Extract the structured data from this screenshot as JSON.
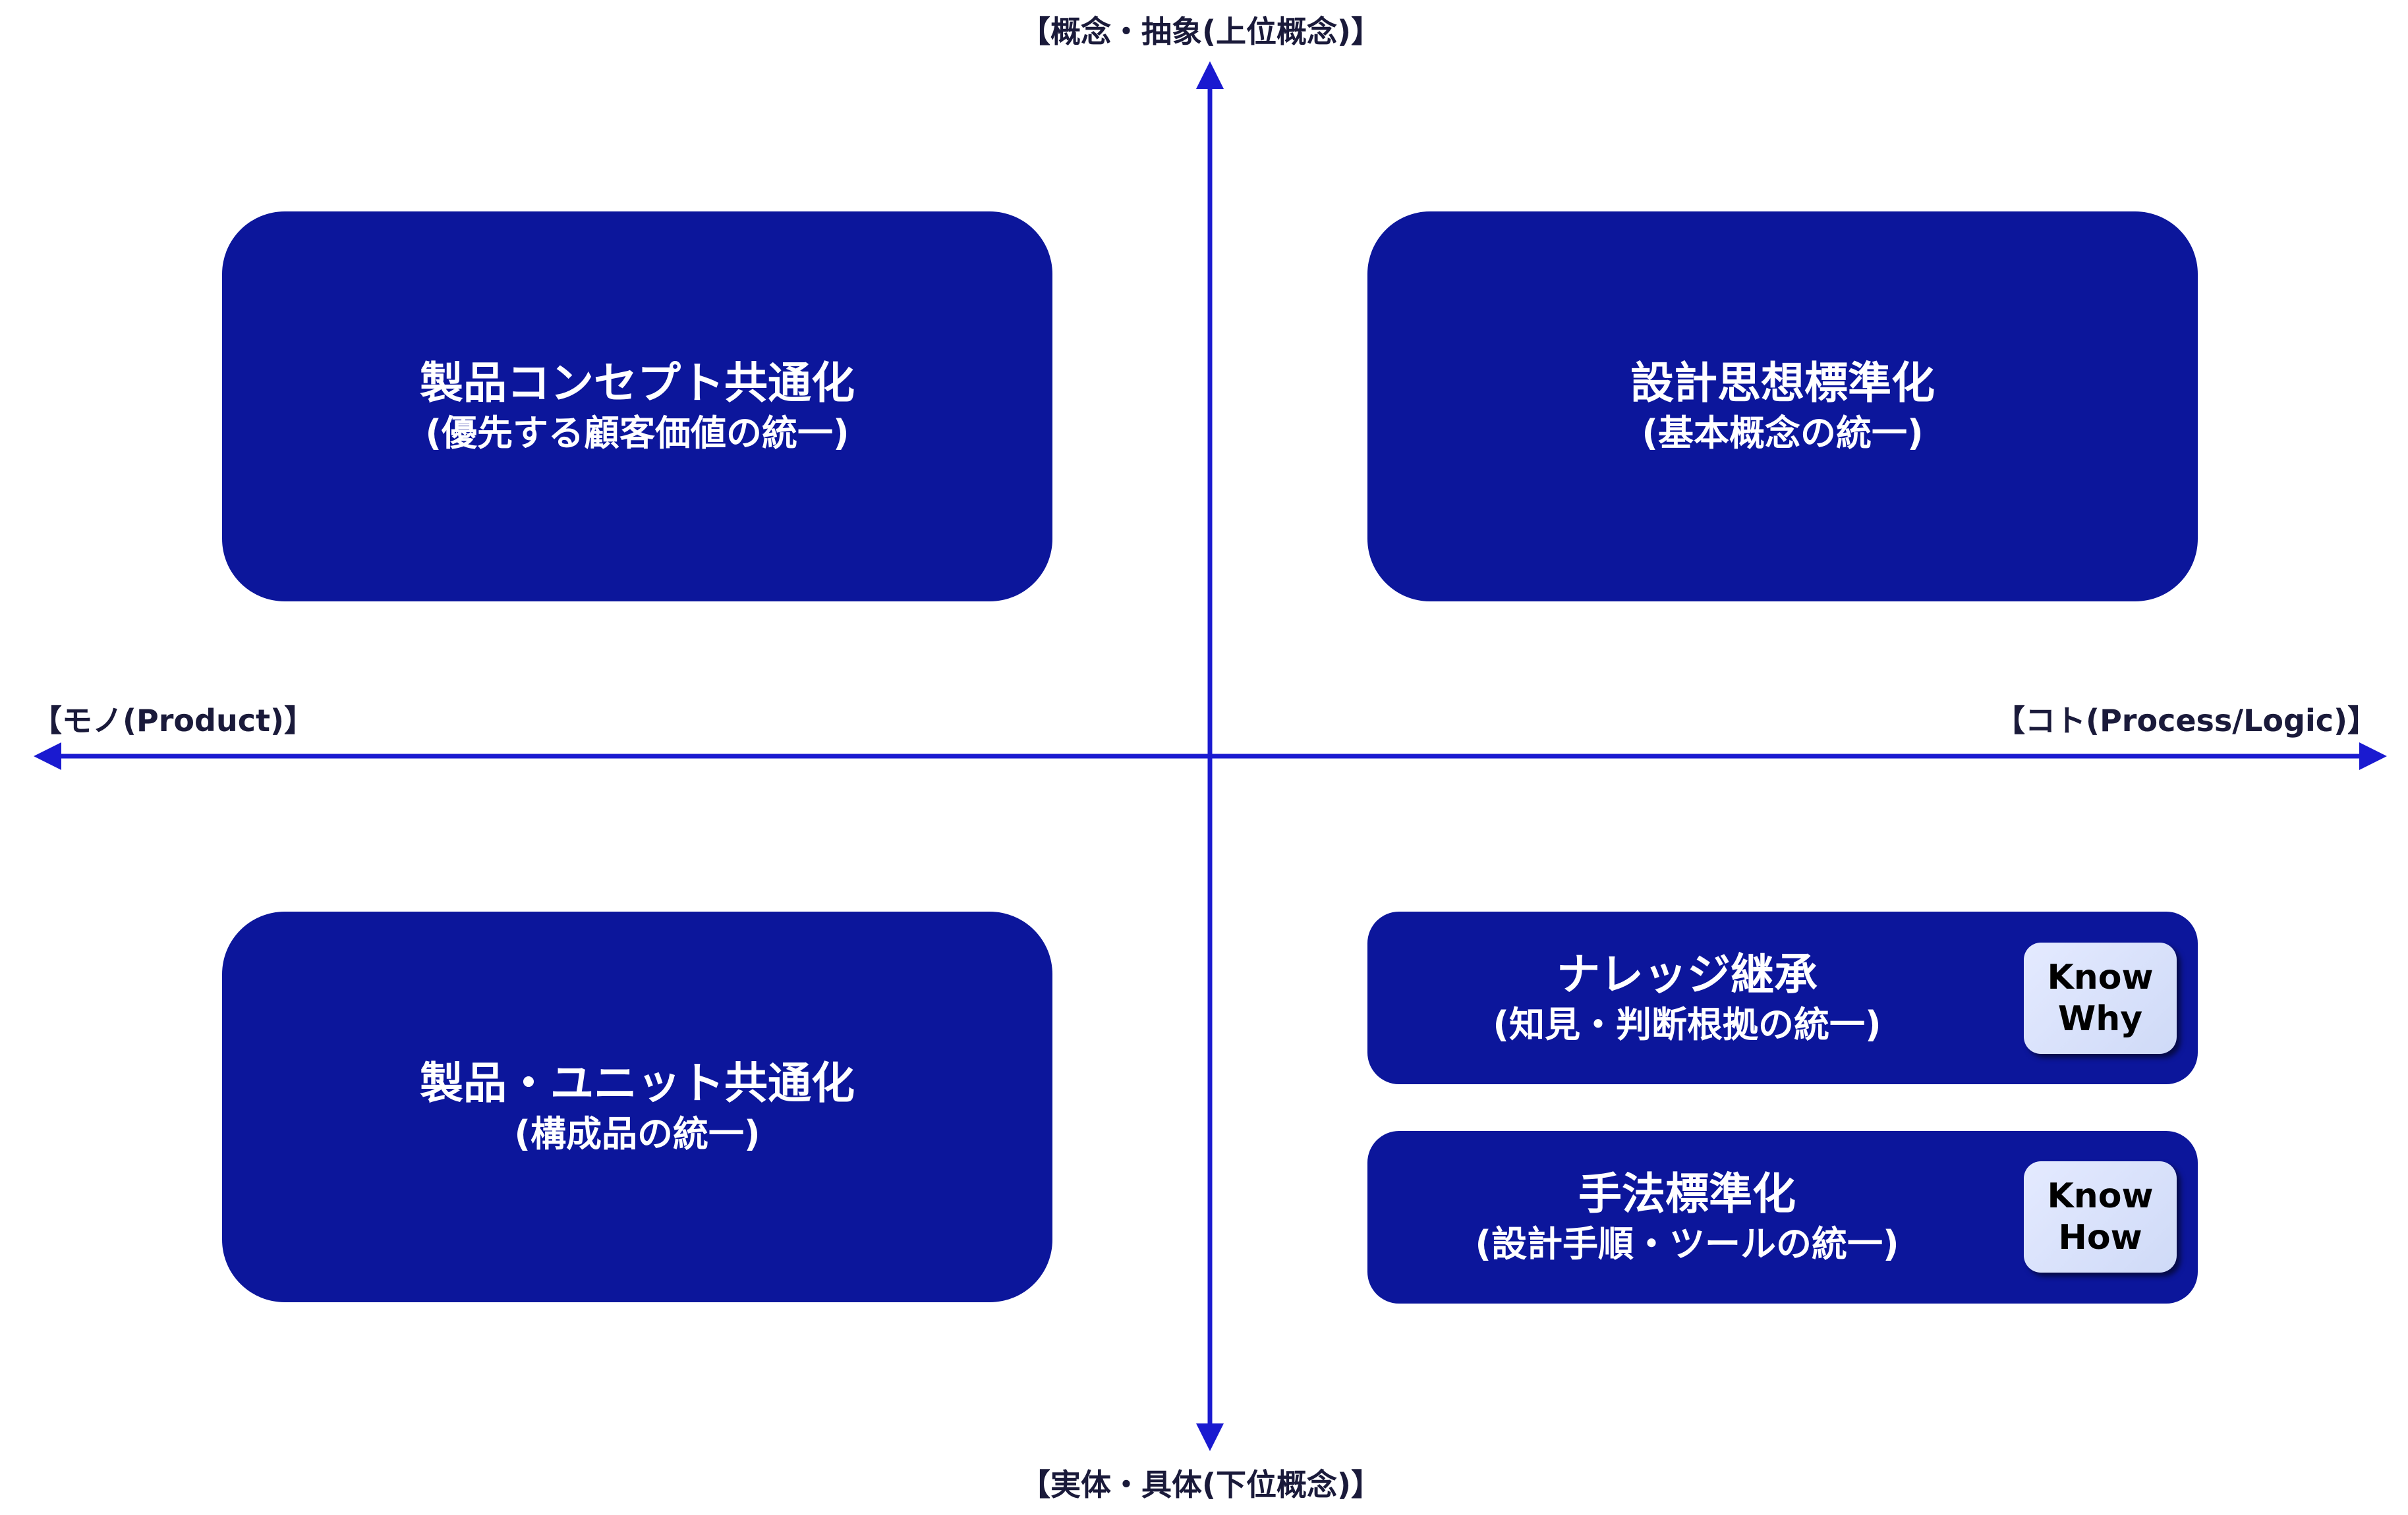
{
  "axes": {
    "top": "【概念・抽象(上位概念)】",
    "bottom": "【実体・具体(下位概念)】",
    "left": "【モノ(Product)】",
    "right": "【コト(Process/Logic)】"
  },
  "quadrants": {
    "top_left": {
      "title": "製品コンセプト共通化",
      "subtitle": "(優先する顧客価値の統一)"
    },
    "top_right": {
      "title": "設計思想標準化",
      "subtitle": "(基本概念の統一)"
    },
    "bottom_left": {
      "title": "製品・ユニット共通化",
      "subtitle": "(構成品の統一)"
    },
    "bottom_right_upper": {
      "title": "ナレッジ継承",
      "subtitle": "(知見・判断根拠の統一)",
      "badge": [
        "Know",
        "Why"
      ]
    },
    "bottom_right_lower": {
      "title": "手法標準化",
      "subtitle": "(設計手順・ツールの統一)",
      "badge": [
        "Know",
        "How"
      ]
    }
  },
  "colors": {
    "box": "#0c169b",
    "axis": "#1a1ad0",
    "badge": "#d6e0fb"
  }
}
